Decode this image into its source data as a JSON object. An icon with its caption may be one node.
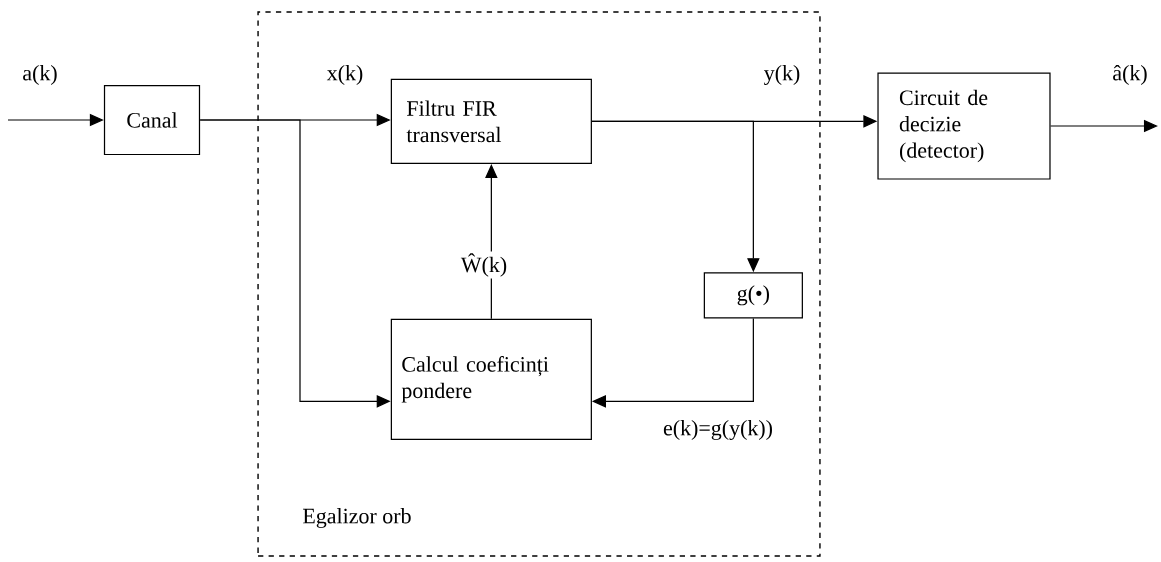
{
  "diagram": {
    "nodes": [
      {
        "text": [
          "Egalizor orb"
        ]
      },
      {
        "text": [
          "Canal"
        ]
      },
      {
        "text": [
          "Filtru FIR transversal"
        ],
        "in": 0
      },
      {
        "text": [
          "g(•)"
        ],
        "in": 0
      },
      {
        "text": [
          "Calcul coeficinți pondere"
        ],
        "in": 0
      },
      {
        "text": [
          "Circuit de decizie (detector)"
        ]
      }
    ],
    "edges": [
      {
        "from": null,
        "to": 1,
        "arrow": "to",
        "label": "a(k)"
      },
      {
        "from": 1,
        "to": 2,
        "arrow": "to",
        "label": "x(k)"
      },
      {
        "from": 1,
        "to": 4,
        "arrow": "to"
      },
      {
        "from": 2,
        "to": 5,
        "arrow": "to",
        "label": "y(k)"
      },
      {
        "from": 2,
        "to": 3,
        "arrow": "to"
      },
      {
        "from": 4,
        "to": 2,
        "arrow": "to",
        "label": "Ŵ(k)"
      },
      {
        "from": 3,
        "to": 4,
        "arrow": "to",
        "label": "e(k)=g(y(k))"
      },
      {
        "from": 5,
        "to": null,
        "arrow": "to",
        "label": "â(k)"
      }
    ]
  }
}
